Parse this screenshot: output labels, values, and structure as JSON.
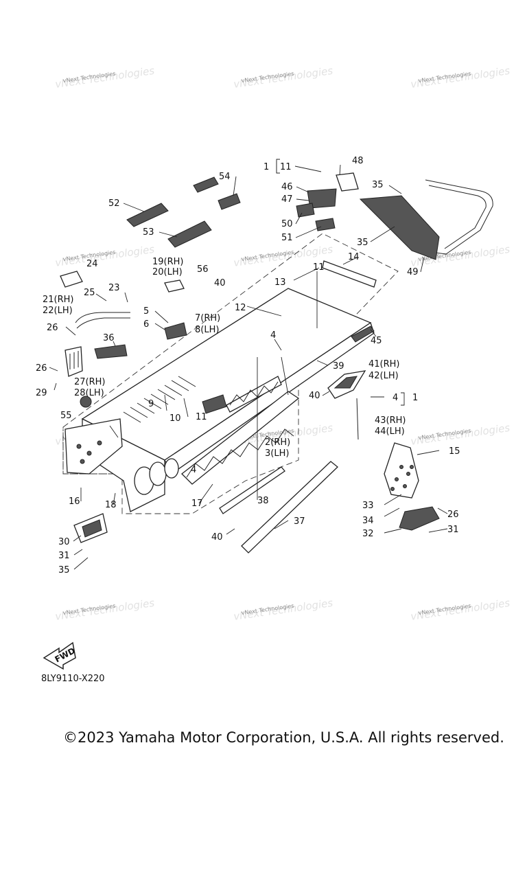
{
  "watermark": {
    "text": "vNext Technologies"
  },
  "callouts": {
    "c1a": "1",
    "c11a": "11",
    "c48": "48",
    "c46": "46",
    "c47": "47",
    "c35a": "35",
    "c54": "54",
    "c52": "52",
    "c53": "53",
    "c50": "50",
    "c51": "51",
    "c35b": "35",
    "c49": "49",
    "c14": "14",
    "c24": "24",
    "c19": "19(RH)",
    "c20": "20(LH)",
    "c56": "56",
    "c40a": "40",
    "c13": "13",
    "c11b": "11",
    "c23": "23",
    "c25": "25",
    "c21": "21(RH)",
    "c22": "22(LH)",
    "c12": "12",
    "c5": "5",
    "c7": "7(RH)",
    "c6": "6",
    "c8": "8(LH)",
    "c26a": "26",
    "c36": "36",
    "c4a": "4",
    "c45": "45",
    "c39": "39",
    "c41": "41(RH)",
    "c42": "42(LH)",
    "c26b": "26",
    "c27": "27(RH)",
    "c28": "28(LH)",
    "c29": "29",
    "c40b": "40",
    "c4b": "4",
    "c1b": "1",
    "c55": "55",
    "c9": "9",
    "c10": "10",
    "c11c": "11",
    "c43": "43(RH)",
    "c44": "44(LH)",
    "c2": "2(RH)",
    "c3": "3(LH)",
    "c15": "15",
    "c4c": "4",
    "c16": "16",
    "c18": "18",
    "c17": "17",
    "c38": "38",
    "c33": "33",
    "c34": "34",
    "c26c": "26",
    "c37": "37",
    "c32": "32",
    "c31a": "31",
    "c30": "30",
    "c40c": "40",
    "c31b": "31",
    "c35c": "35"
  },
  "fwd_label": "FWD",
  "diagram_code": "8LY9110-X220",
  "copyright": "©2023 Yamaha Motor Corporation, U.S.A. All rights reserved."
}
